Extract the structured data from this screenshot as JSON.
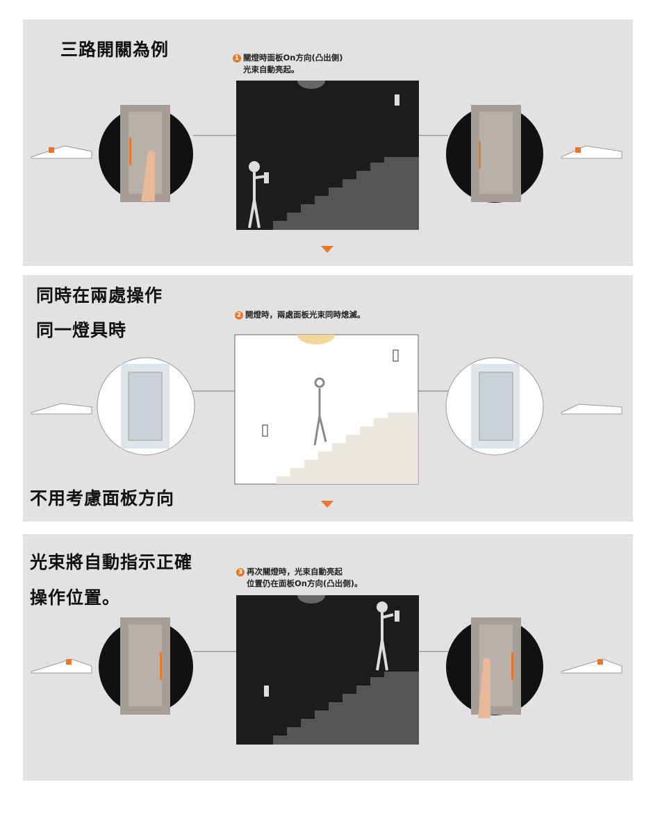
{
  "colors": {
    "accent": "#e9772a",
    "panel": "#e2e2e4",
    "dark_scene": "#1c1c1c",
    "light_scene": "#ffffff"
  },
  "panels": [
    {
      "titles": [
        "三路開關為例"
      ],
      "step": "1",
      "note": [
        "關燈時面板On方向(凸出側)",
        "光束自動亮起。"
      ]
    },
    {
      "titles": [
        "同時在兩處操作",
        "同一燈具時",
        "不用考慮面板方向"
      ],
      "step": "2",
      "note": [
        "開燈時，兩處面板光束同時熄滅。"
      ]
    },
    {
      "titles": [
        "光束將自動指示正確",
        "操作位置。"
      ],
      "step": "3",
      "note": [
        "再次關燈時，光束自動亮起",
        "位置仍在面板On方向(凸出側)。"
      ]
    }
  ]
}
